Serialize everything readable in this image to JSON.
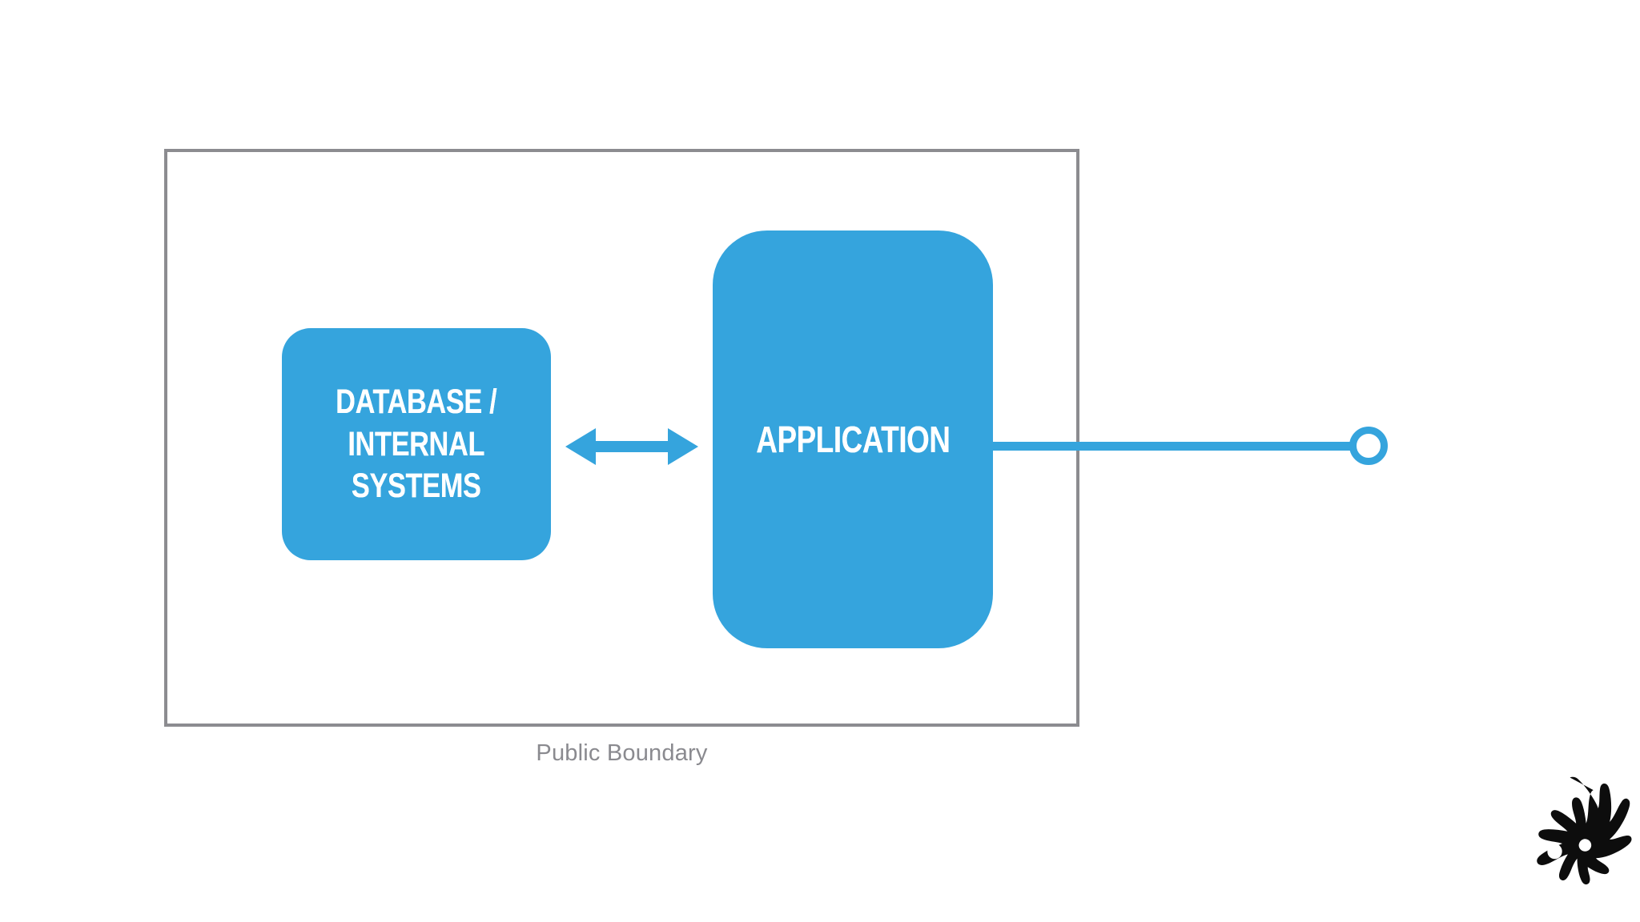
{
  "diagram": {
    "background_color": "#ffffff",
    "accent_color": "#35a4dd",
    "boundary_border_color": "#8c8c90",
    "boundary_label_color": "#8a8a8f",
    "boundary": {
      "label": "Public Boundary"
    },
    "nodes": [
      {
        "id": "database-internal-systems",
        "label": "DATABASE /\nINTERNAL\nSYSTEMS",
        "fill": "#35a4dd",
        "text_color": "#ffffff"
      },
      {
        "id": "application",
        "label": "APPLICATION",
        "fill": "#35a4dd",
        "text_color": "#ffffff"
      }
    ],
    "connectors": [
      {
        "id": "db-app-bidirectional",
        "from": "database-internal-systems",
        "to": "application",
        "style": "double-headed-arrow",
        "color": "#35a4dd"
      },
      {
        "id": "app-external-endpoint",
        "from": "application",
        "to": "external-endpoint",
        "style": "line-with-ring-endpoint",
        "color": "#35a4dd"
      }
    ],
    "logo": {
      "name": "claw-logo",
      "color": "#0d0d0d"
    }
  }
}
